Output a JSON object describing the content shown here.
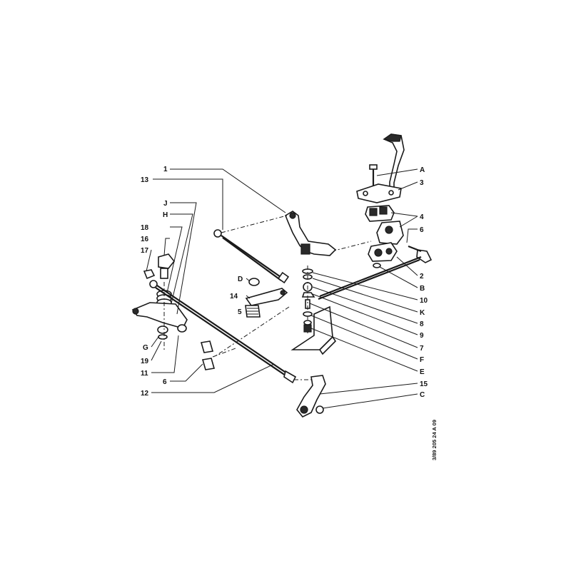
{
  "labels_left": {
    "l1": "1",
    "l13": "13",
    "lJ": "J",
    "lH": "H",
    "l18": "18",
    "l16": "16",
    "l17": "17",
    "lD": "D",
    "l14": "14",
    "l5": "5",
    "lG": "G",
    "l19": "19",
    "l11": "11",
    "l6": "6",
    "l12": "12"
  },
  "labels_right": {
    "lA": "A",
    "l3": "3",
    "l4": "4",
    "l6r": "6",
    "l2": "2",
    "lB": "B",
    "l10": "10",
    "lK": "K",
    "l8": "8",
    "l9": "9",
    "l7": "7",
    "lF": "F",
    "lE": "E",
    "l15": "15",
    "lC": "C"
  },
  "reference": "3/89  205 24 A 09"
}
